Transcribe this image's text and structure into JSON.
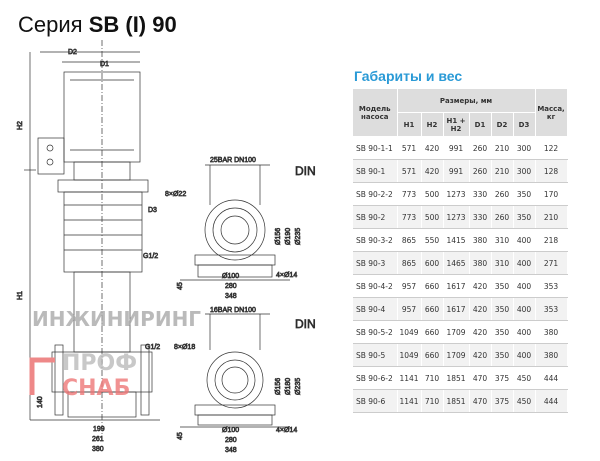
{
  "title": {
    "prefix": "Серия",
    "series": "SB (I) 90"
  },
  "table": {
    "title": "Габариты и вес",
    "headers": {
      "model": "Модель насоса",
      "dims": "Размеры, мм",
      "mass": "Масса, кг",
      "cols": [
        "H1",
        "H2",
        "H1 + H2",
        "D1",
        "D2",
        "D3"
      ]
    },
    "rows": [
      [
        "SB 90-1-1",
        "571",
        "420",
        "991",
        "260",
        "210",
        "300",
        "122"
      ],
      [
        "SB 90-1",
        "571",
        "420",
        "991",
        "260",
        "210",
        "300",
        "128"
      ],
      [
        "SB 90-2-2",
        "773",
        "500",
        "1273",
        "330",
        "260",
        "350",
        "170"
      ],
      [
        "SB 90-2",
        "773",
        "500",
        "1273",
        "330",
        "260",
        "350",
        "210"
      ],
      [
        "SB 90-3-2",
        "865",
        "550",
        "1415",
        "380",
        "310",
        "400",
        "218"
      ],
      [
        "SB 90-3",
        "865",
        "600",
        "1465",
        "380",
        "310",
        "400",
        "271"
      ],
      [
        "SB 90-4-2",
        "957",
        "660",
        "1617",
        "420",
        "350",
        "400",
        "353"
      ],
      [
        "SB 90-4",
        "957",
        "660",
        "1617",
        "420",
        "350",
        "400",
        "353"
      ],
      [
        "SB 90-5-2",
        "1049",
        "660",
        "1709",
        "420",
        "350",
        "400",
        "380"
      ],
      [
        "SB 90-5",
        "1049",
        "660",
        "1709",
        "420",
        "350",
        "400",
        "380"
      ],
      [
        "SB 90-6-2",
        "1141",
        "710",
        "1851",
        "470",
        "375",
        "450",
        "444"
      ],
      [
        "SB 90-6",
        "1141",
        "710",
        "1851",
        "470",
        "375",
        "450",
        "444"
      ]
    ]
  },
  "drawing": {
    "side": {
      "D1": "D1",
      "D2": "D2",
      "D3": "D3",
      "H1": "H1",
      "H2": "H2",
      "G12a": "G1/2",
      "G12b": "G1/2",
      "d140": "140",
      "d199": "199",
      "d261": "261",
      "d380": "380"
    },
    "flange1": {
      "label": "25BAR DN100",
      "din": "DIN",
      "holes": "8×Ø22",
      "d156": "Ø156",
      "d190": "Ø190",
      "d235": "Ø235",
      "d100": "Ø100",
      "d280": "280",
      "d348": "348",
      "d45": "45",
      "feet": "4×Ø14"
    },
    "flange2": {
      "label": "16BAR DN100",
      "din": "DIN",
      "holes": "8×Ø18",
      "d156": "Ø156",
      "d180": "Ø180",
      "d235": "Ø235",
      "d100": "Ø100",
      "d280": "280",
      "d348": "348",
      "d45": "45",
      "feet": "4×Ø14"
    }
  },
  "watermark": {
    "line1": "ПРОФ",
    "line2": "СНАБ",
    "line3": "ИНЖИНИРИНГ"
  }
}
